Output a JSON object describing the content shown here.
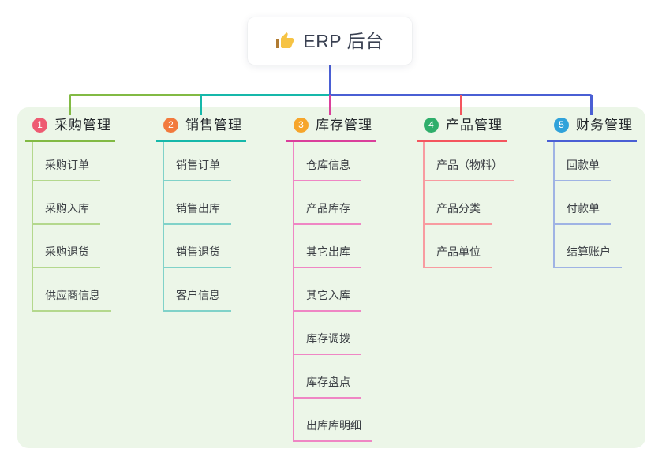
{
  "root": {
    "title": "ERP 后台",
    "icon": "thumbs-up-icon",
    "icon_color": "#f6c344",
    "icon_cuff_color": "#b07b32",
    "connector_color": "#4a5fd4"
  },
  "panel": {
    "background": "#ecf6e8"
  },
  "branches": [
    {
      "number": "1",
      "title": "采购管理",
      "badge_color": "#ee5b72",
      "line_color": "#82ba44",
      "child_line_color": "#b4d88d",
      "children": [
        "采购订单",
        "采购入库",
        "采购退货",
        "供应商信息"
      ]
    },
    {
      "number": "2",
      "title": "销售管理",
      "badge_color": "#f27a3d",
      "line_color": "#16b8aa",
      "child_line_color": "#80d2c9",
      "children": [
        "销售订单",
        "销售出库",
        "销售退货",
        "客户信息"
      ]
    },
    {
      "number": "3",
      "title": "库存管理",
      "badge_color": "#f6a52b",
      "line_color": "#da3f9b",
      "child_line_color": "#ef86c4",
      "children": [
        "仓库信息",
        "产品库存",
        "其它出库",
        "其它入库",
        "库存调拨",
        "库存盘点",
        "出库库明细"
      ]
    },
    {
      "number": "4",
      "title": "产品管理",
      "badge_color": "#2fae6b",
      "line_color": "#f4555e",
      "child_line_color": "#f89ba0",
      "children": [
        "产品（物料）",
        "产品分类",
        "产品单位"
      ]
    },
    {
      "number": "5",
      "title": "财务管理",
      "badge_color": "#30a2da",
      "line_color": "#4a5fd4",
      "child_line_color": "#9fb3e4",
      "children": [
        "回款单",
        "付款单",
        "结算账户"
      ]
    }
  ]
}
